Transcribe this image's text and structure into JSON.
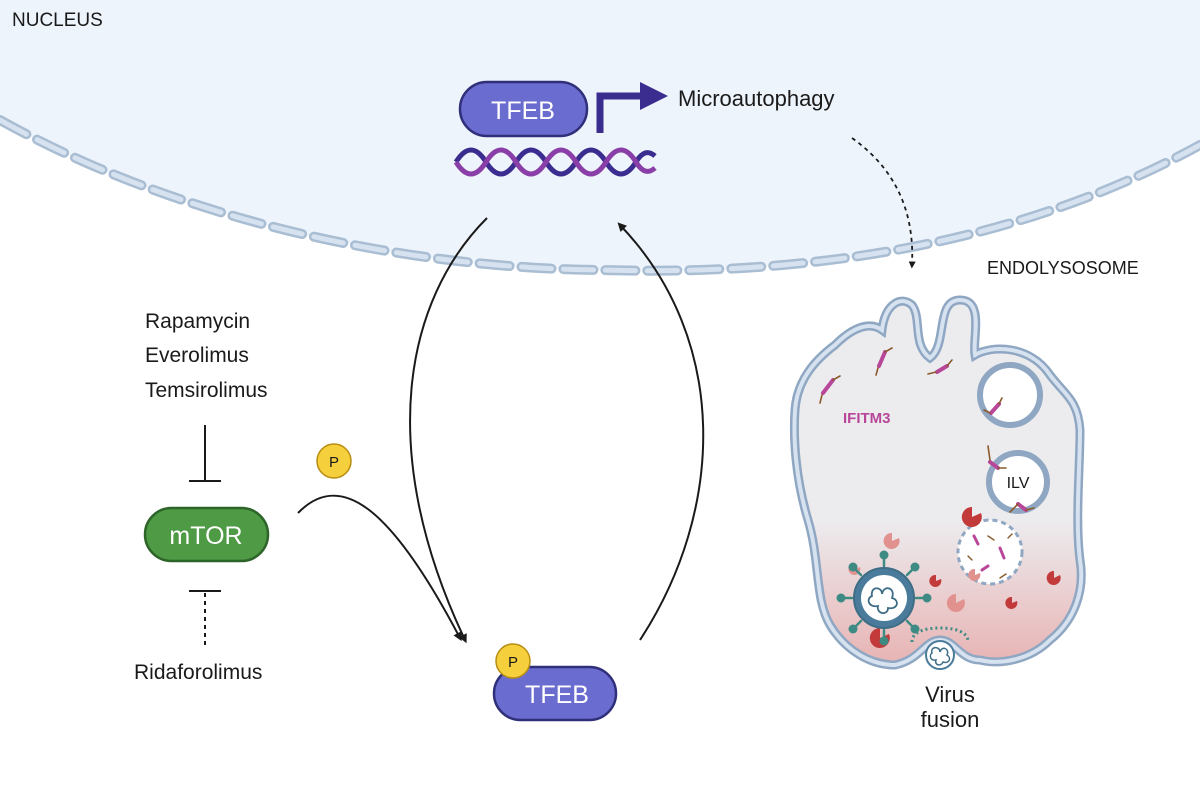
{
  "compartments": {
    "nucleus_label": "NUCLEUS",
    "endolysosome_label": "ENDOLYSOSOME"
  },
  "nucleus": {
    "tfeb_label": "TFEB",
    "output_label": "Microautophagy"
  },
  "inhibitors": {
    "drugs": [
      "Rapamycin",
      "Everolimus",
      "Temsirolimus"
    ],
    "other": "Ridaforolimus"
  },
  "kinase": {
    "label": "mTOR",
    "phospho_label": "P"
  },
  "cytoplasm": {
    "tfeb_label": "TFEB",
    "phospho_label": "P"
  },
  "endolysosome": {
    "protein_label": "IFITM3",
    "vesicle_label": "ILV",
    "fusion_label_line1": "Virus",
    "fusion_label_line2": "fusion"
  },
  "colors": {
    "tfeb": "#6b6ccf",
    "mtor": "#4f9a45",
    "phosphate": "#f5cf3c",
    "ifitm3": "#b8479a",
    "membrane": "#c7d6e6",
    "nucleus_fill": "#eef4fb",
    "dna_strand_1": "#3b2d8f",
    "dna_strand_2": "#8a3fa8",
    "virus": "#3e8b84"
  }
}
